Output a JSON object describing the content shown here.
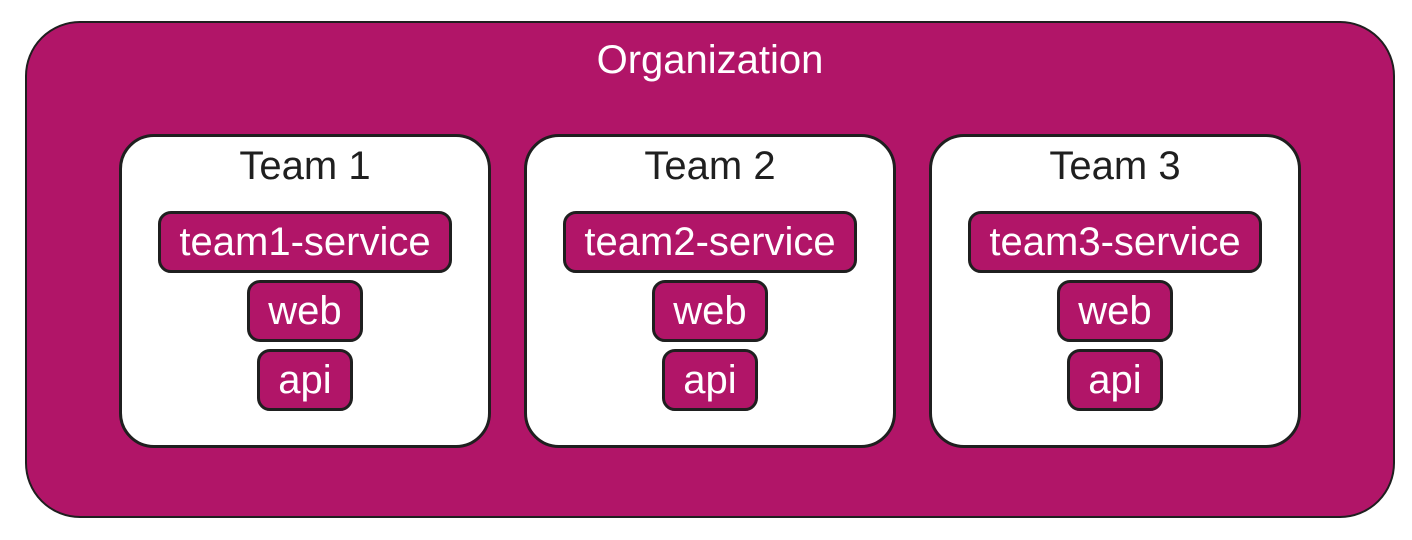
{
  "diagram": {
    "type": "nested-containers",
    "title": "Organization",
    "colors": {
      "container_fill": "#B11568",
      "team_fill": "#ffffff",
      "node_fill": "#B11568",
      "border": "#1f1f1f",
      "org_title_text": "#ffffff",
      "team_title_text": "#1f1f1f",
      "node_text": "#ffffff"
    },
    "teams": [
      {
        "name": "Team 1",
        "nodes": [
          "team1-service",
          "web",
          "api"
        ]
      },
      {
        "name": "Team 2",
        "nodes": [
          "team2-service",
          "web",
          "api"
        ]
      },
      {
        "name": "Team 3",
        "nodes": [
          "team3-service",
          "web",
          "api"
        ]
      }
    ]
  }
}
